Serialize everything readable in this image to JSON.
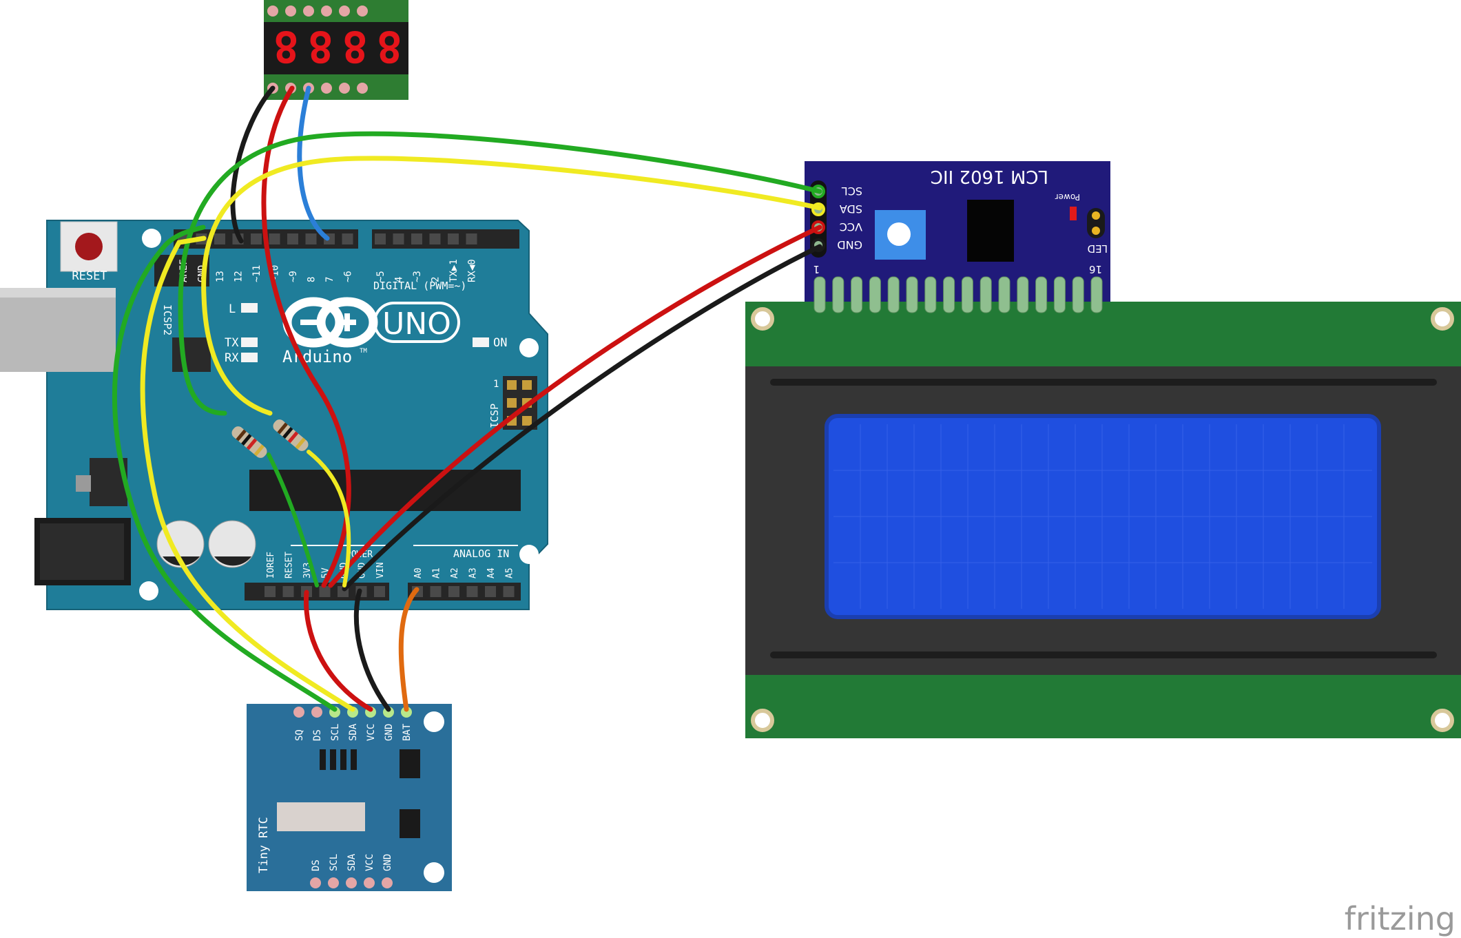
{
  "arduino": {
    "reset_label": "RESET",
    "icsp2_label": "ICSP2",
    "brand": "Arduino",
    "trademark": "TM",
    "model": "UNO",
    "on_label": "ON",
    "l_label": "L",
    "tx_label": "TX",
    "rx_label": "RX",
    "icsp_label": "ICSP",
    "icsp_pin1": "1",
    "digital_label": "DIGITAL (PWM=~)",
    "analog_label": "ANALOG IN",
    "power_label": "POWER",
    "digital_pins": [
      "AREF",
      "GND",
      "13",
      "12",
      "~11",
      "~10",
      "~9",
      "8",
      "7",
      "~6",
      "~5",
      "4",
      "~3",
      "2",
      "TX▶1",
      "RX◀0"
    ],
    "power_pins": [
      "IOREF",
      "RESET",
      "3V3",
      "5V",
      "GND",
      "GND",
      "VIN"
    ],
    "analog_pins": [
      "A0",
      "A1",
      "A2",
      "A3",
      "A4",
      "A5"
    ]
  },
  "seven_segment": {
    "digits": [
      "8",
      "8",
      "8",
      "8"
    ]
  },
  "i2c_backpack": {
    "title": "LCM 1602 IIC",
    "power_label": "Power",
    "led_label": "LED",
    "pins": [
      "SCL",
      "SDA",
      "VCC",
      "GND"
    ],
    "pin1_label": "1",
    "pin16_label": "16"
  },
  "rtc": {
    "name": "Tiny RTC",
    "top_pins": [
      "SQ",
      "DS",
      "SCL",
      "SDA",
      "VCC",
      "GND",
      "BAT"
    ],
    "bottom_pins": [
      "DS",
      "SCL",
      "SDA",
      "VCC",
      "GND"
    ]
  },
  "watermark": "fritzing",
  "colors": {
    "arduino_board": "#1f7d99",
    "lcd_pcb": "#227a36",
    "lcd_screen": "#1f4fe0",
    "backpack": "#201a7a",
    "rtc_board": "#2a6f9a",
    "wire_green": "#22aa22",
    "wire_yellow": "#f0ea22",
    "wire_red": "#cc1111",
    "wire_black": "#1a1a1a",
    "wire_blue": "#2b7fd8",
    "wire_orange": "#e06a10"
  }
}
